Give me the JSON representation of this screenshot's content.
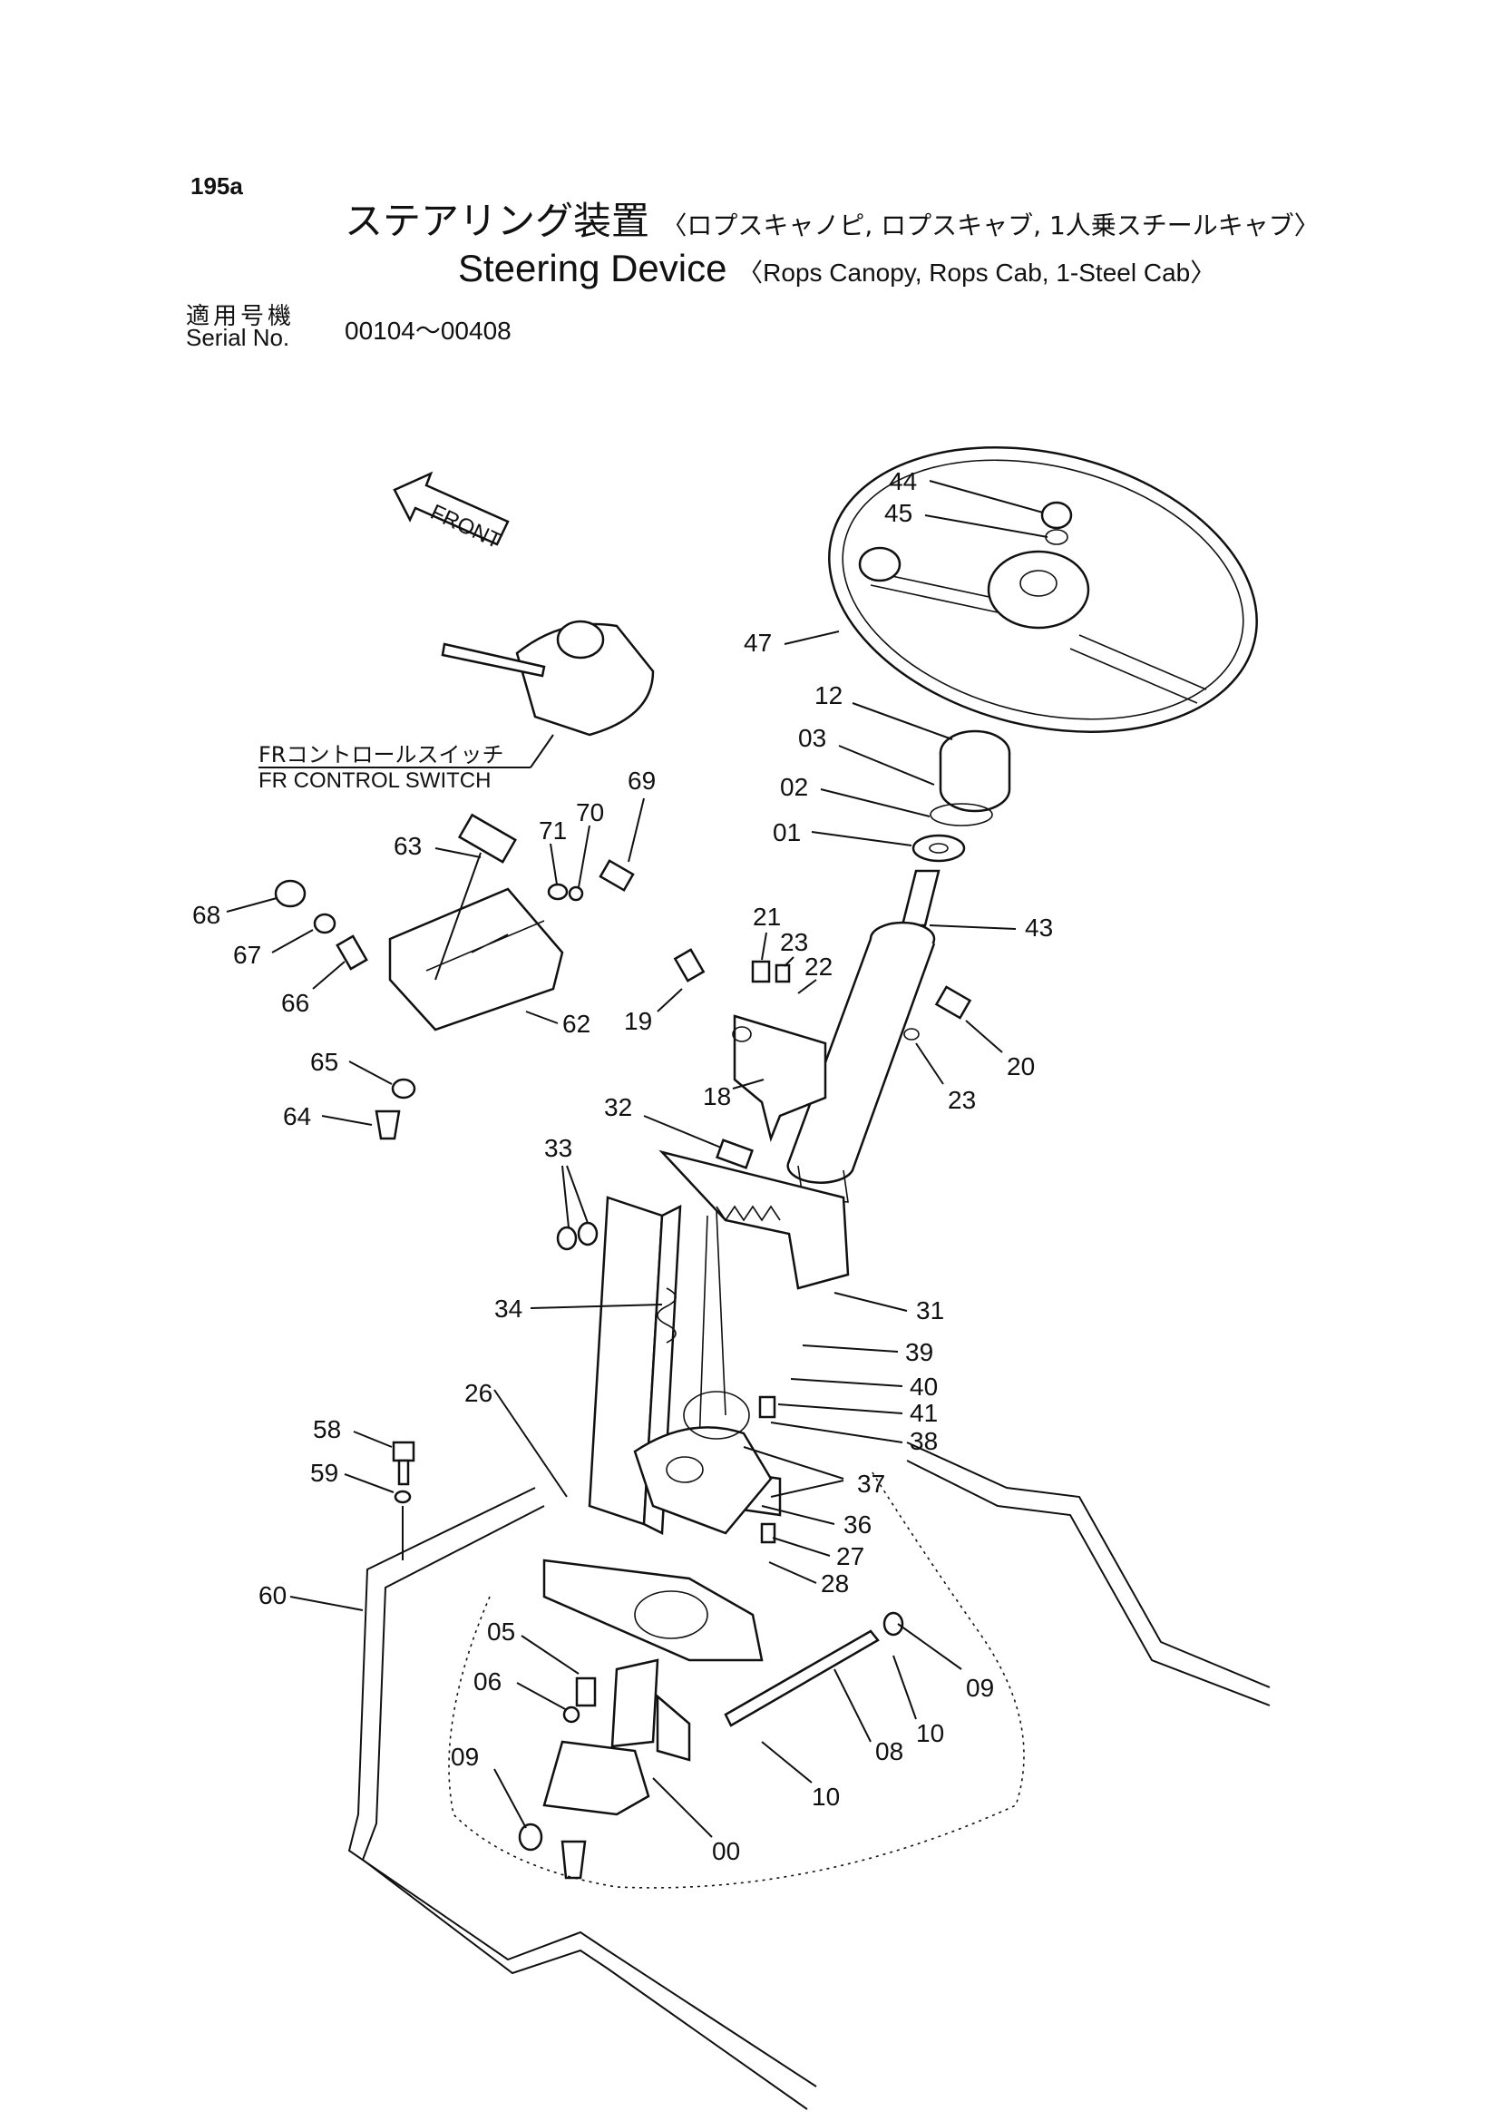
{
  "page_number": "195a",
  "title_jp": "ステアリング装置",
  "title_jp_sub": "〈ロプスキャノピ, ロプスキャブ, 1人乗スチールキャブ〉",
  "title_en": "Steering Device",
  "title_en_sub": "〈Rops Canopy, Rops Cab, 1-Steel Cab〉",
  "serial_label_jp": "適用号機",
  "serial_label_en": "Serial No.",
  "serial_range": "00104～00408",
  "front_label": "FRONT",
  "fr_switch_jp": "FRコントロールスイッチ",
  "fr_switch_en": "FR CONTROL SWITCH",
  "callouts": [
    "44",
    "45",
    "47",
    "12",
    "03",
    "02",
    "01",
    "43",
    "69",
    "70",
    "71",
    "63",
    "68",
    "67",
    "66",
    "62",
    "65",
    "64",
    "21",
    "23",
    "22",
    "19",
    "20",
    "23",
    "18",
    "32",
    "33",
    "34",
    "31",
    "39",
    "40",
    "41",
    "38",
    "37",
    "36",
    "27",
    "28",
    "26",
    "58",
    "59",
    "60",
    "05",
    "06",
    "09",
    "10",
    "08",
    "10",
    "00",
    "09"
  ]
}
